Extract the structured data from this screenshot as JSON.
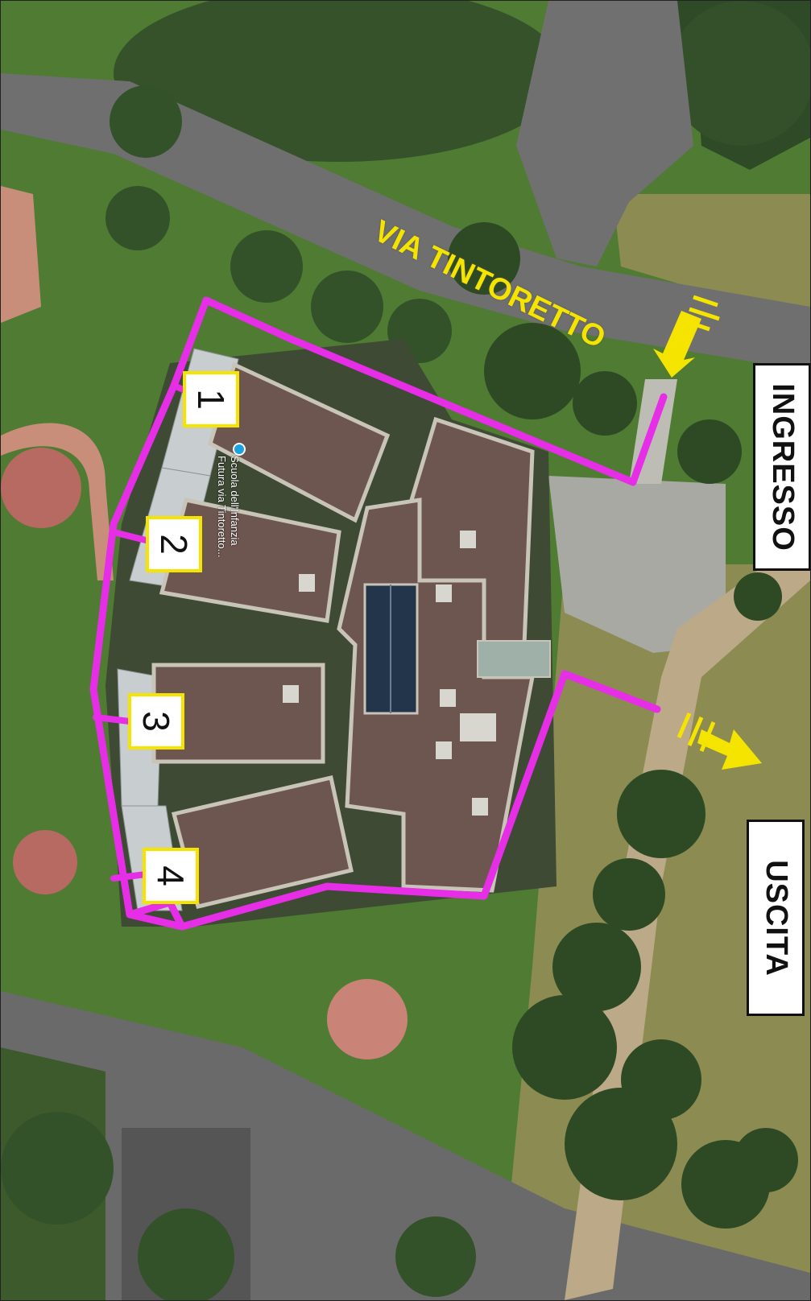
{
  "map": {
    "street_name": "VIA TINTORETTO",
    "poi_label_line1": "Scuola dell'Infanzia",
    "poi_label_line2": "Futura via Tintoretto..."
  },
  "labels": {
    "entrance": "INGRESSO",
    "exit": "USCITA"
  },
  "markers": [
    {
      "number": "1"
    },
    {
      "number": "2"
    },
    {
      "number": "3"
    },
    {
      "number": "4"
    }
  ],
  "colors": {
    "route": "#e62ee6",
    "arrow": "#f4e400",
    "marker_border": "#f4e400",
    "grass": "#4e7a32",
    "road": "#6b6b6b",
    "roof": "#6e5650"
  }
}
